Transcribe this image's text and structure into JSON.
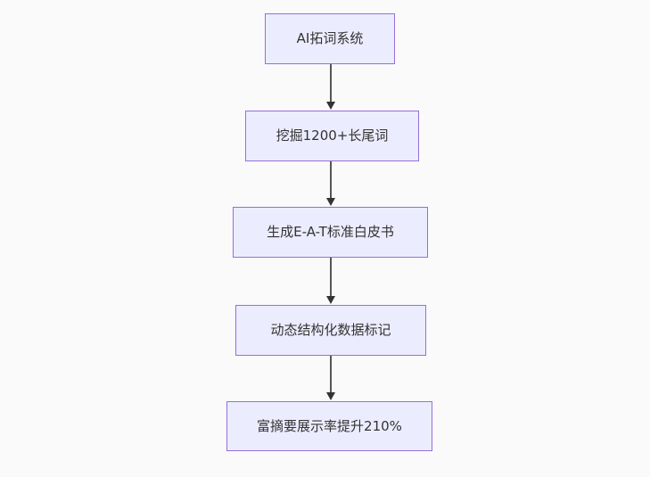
{
  "diagram": {
    "type": "flowchart-top-down",
    "colors": {
      "background": "#fafafa",
      "node_fill": "#ECECFF",
      "node_border": "#9370DB",
      "node_text": "#333333",
      "edge_line": "#555555",
      "edge_arrowhead": "#333333"
    },
    "nodes": [
      {
        "id": "A",
        "label": "AI拓词系统"
      },
      {
        "id": "B",
        "label": "挖掘1200+长尾词"
      },
      {
        "id": "C",
        "label": "生成E-A-T标准白皮书"
      },
      {
        "id": "D",
        "label": "动态结构化数据标记"
      },
      {
        "id": "E",
        "label": "富摘要展示率提升210%"
      }
    ],
    "edges": [
      {
        "from": "A",
        "to": "B"
      },
      {
        "from": "B",
        "to": "C"
      },
      {
        "from": "C",
        "to": "D"
      },
      {
        "from": "D",
        "to": "E"
      }
    ]
  }
}
